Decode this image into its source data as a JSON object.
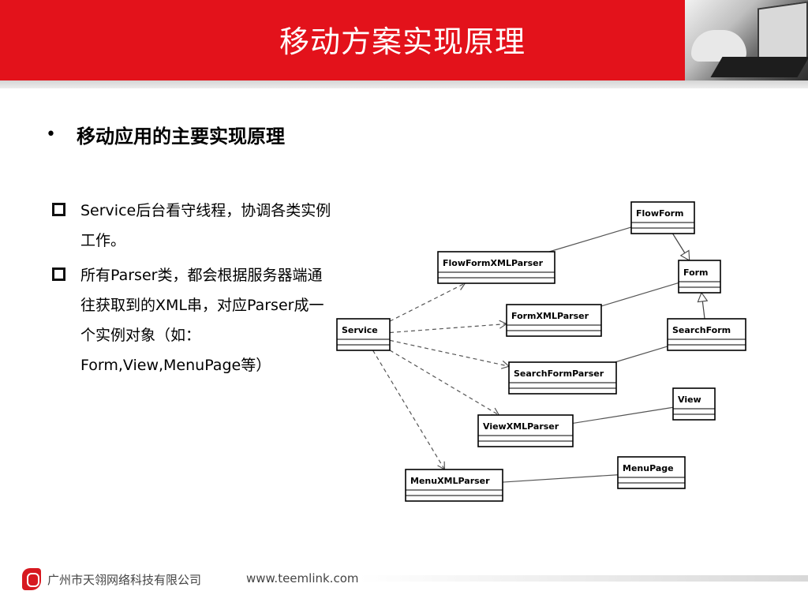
{
  "header": {
    "title": "移动方案实现原理"
  },
  "heading": {
    "bullet": "•",
    "text": "移动应用的主要实现原理"
  },
  "bullets": [
    {
      "text": "Service后台看守线程，协调各类实例工作。"
    },
    {
      "text": "所有Parser类，都会根据服务器端通往获取到的XML串，对应Parser成一个实例对象（如：Form,View,MenuPage等）"
    }
  ],
  "diagram": {
    "classes": [
      {
        "id": "FlowForm",
        "label": "FlowForm"
      },
      {
        "id": "FlowFormXMLParser",
        "label": "FlowFormXMLParser"
      },
      {
        "id": "Form",
        "label": "Form"
      },
      {
        "id": "Service",
        "label": "Service"
      },
      {
        "id": "FormXMLParser",
        "label": "FormXMLParser"
      },
      {
        "id": "SearchForm",
        "label": "SearchForm"
      },
      {
        "id": "SearchFormParser",
        "label": "SearchFormParser"
      },
      {
        "id": "View",
        "label": "View"
      },
      {
        "id": "ViewXMLParser",
        "label": "ViewXMLParser"
      },
      {
        "id": "MenuPage",
        "label": "MenuPage"
      },
      {
        "id": "MenuXMLParser",
        "label": "MenuXMLParser"
      }
    ],
    "relations": [
      {
        "from": "Service",
        "to": "FlowFormXMLParser",
        "kind": "dependency"
      },
      {
        "from": "Service",
        "to": "FormXMLParser",
        "kind": "dependency"
      },
      {
        "from": "Service",
        "to": "SearchFormParser",
        "kind": "dependency"
      },
      {
        "from": "Service",
        "to": "ViewXMLParser",
        "kind": "dependency"
      },
      {
        "from": "Service",
        "to": "MenuXMLParser",
        "kind": "dependency"
      },
      {
        "from": "FlowFormXMLParser",
        "to": "FlowForm",
        "kind": "association"
      },
      {
        "from": "FormXMLParser",
        "to": "Form",
        "kind": "association"
      },
      {
        "from": "SearchFormParser",
        "to": "SearchForm",
        "kind": "association"
      },
      {
        "from": "ViewXMLParser",
        "to": "View",
        "kind": "association"
      },
      {
        "from": "MenuXMLParser",
        "to": "MenuPage",
        "kind": "association"
      },
      {
        "from": "FlowForm",
        "to": "Form",
        "kind": "generalization"
      },
      {
        "from": "SearchForm",
        "to": "Form",
        "kind": "generalization"
      }
    ]
  },
  "footer": {
    "company": "广州市天翎网络科技有限公司",
    "url": "www.teemlink.com"
  },
  "colors": {
    "header": "#e3121b"
  }
}
